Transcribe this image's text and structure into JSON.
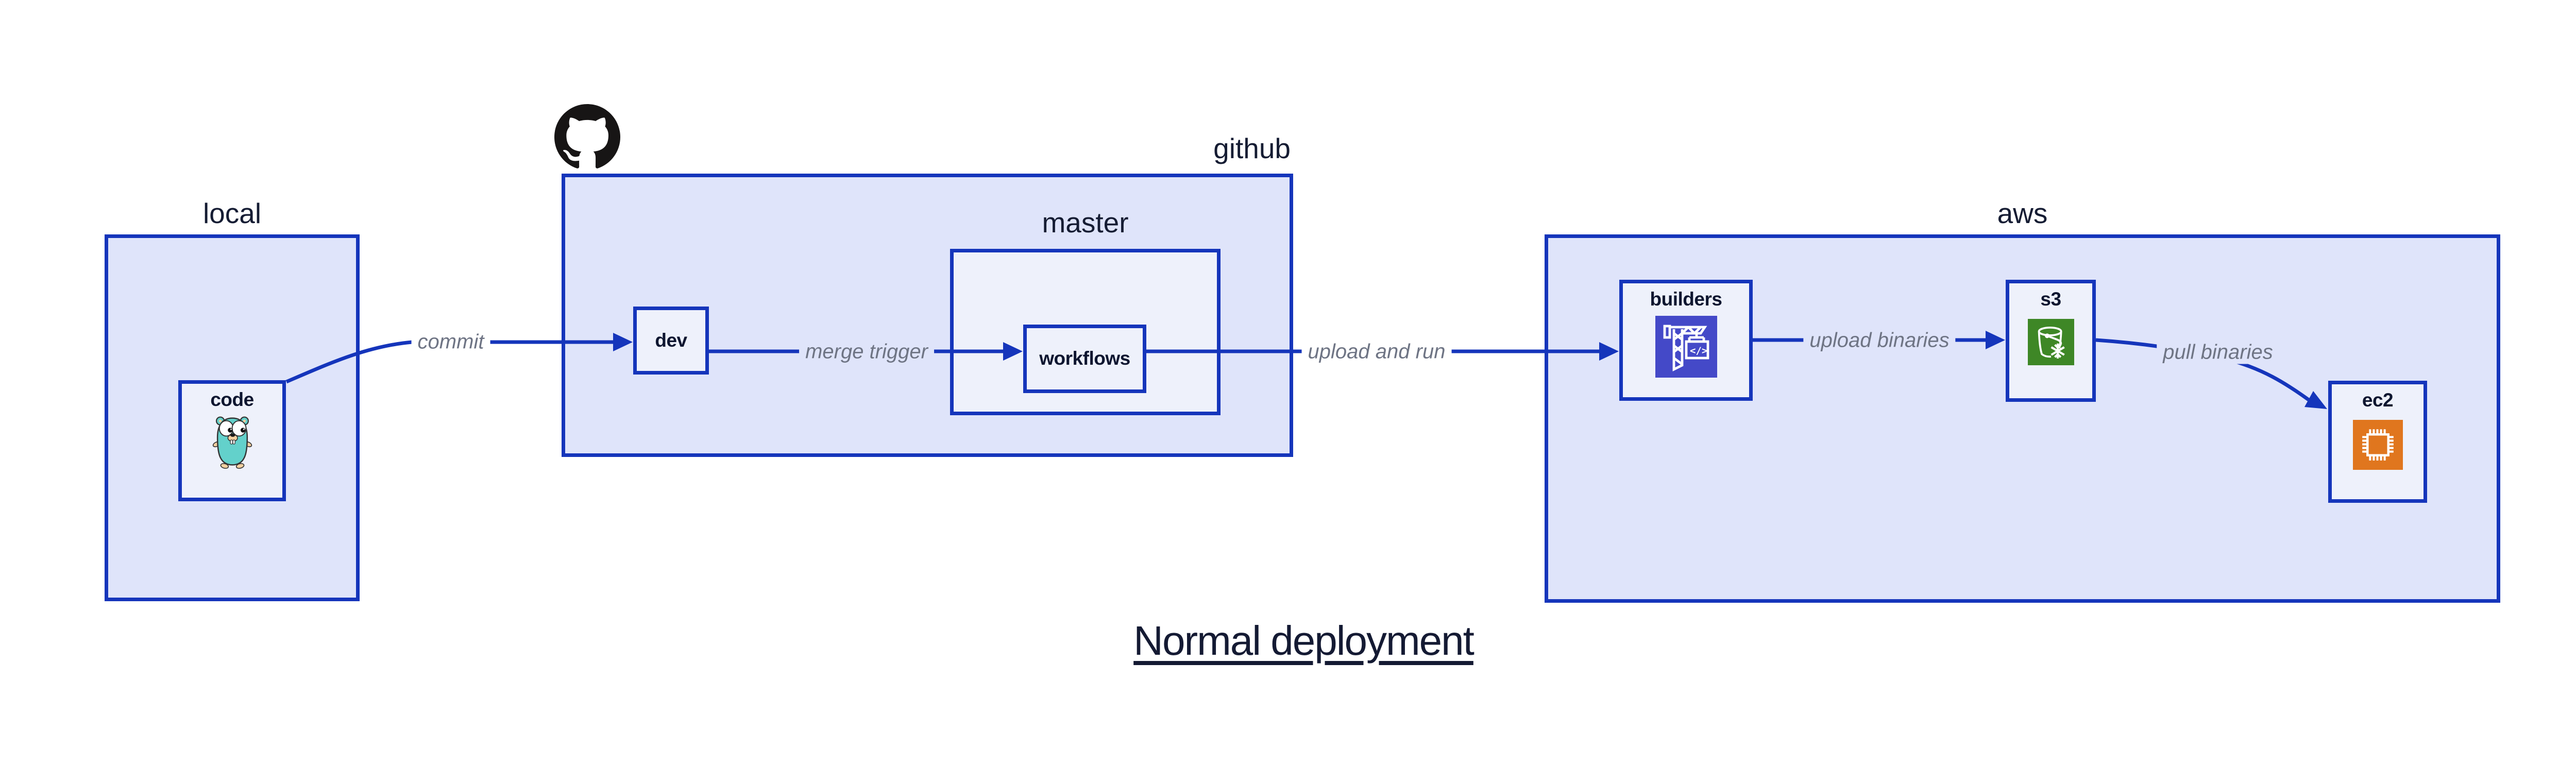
{
  "diagram": {
    "title": "Normal deployment",
    "containers": [
      {
        "id": "local",
        "label": "local"
      },
      {
        "id": "github",
        "label": "github"
      },
      {
        "id": "master",
        "label": "master"
      },
      {
        "id": "aws",
        "label": "aws"
      }
    ],
    "nodes": [
      {
        "id": "code",
        "label": "code",
        "icon": "go-gopher-icon"
      },
      {
        "id": "dev",
        "label": "dev"
      },
      {
        "id": "workflows",
        "label": "workflows"
      },
      {
        "id": "builders",
        "label": "builders",
        "icon": "aws-codebuild-icon",
        "icon_glyph": "</>"
      },
      {
        "id": "s3",
        "label": "s3",
        "icon": "aws-s3-glacier-icon"
      },
      {
        "id": "ec2",
        "label": "ec2",
        "icon": "aws-ec2-icon"
      }
    ],
    "edges": [
      {
        "from": "code",
        "to": "dev",
        "label": "commit"
      },
      {
        "from": "dev",
        "to": "workflows",
        "label": "merge trigger"
      },
      {
        "from": "workflows",
        "to": "builders",
        "label": "upload and run"
      },
      {
        "from": "builders",
        "to": "s3",
        "label": "upload binaries"
      },
      {
        "from": "s3",
        "to": "ec2",
        "label": "pull binaries"
      }
    ],
    "logo": "github-octocat-logo",
    "colors": {
      "accent_blue": "#1535bb",
      "container_fill": "#dfe4fa",
      "node_fill": "#eef1fb",
      "label_navy": "#0e1630",
      "edge_label_gray": "#6e7484",
      "codebuild_purple": "#4449c8",
      "glacier_green": "#3e8726",
      "ec2_orange": "#e0761e",
      "gopher_teal": "#63d1cb",
      "github_black": "#171515"
    }
  }
}
